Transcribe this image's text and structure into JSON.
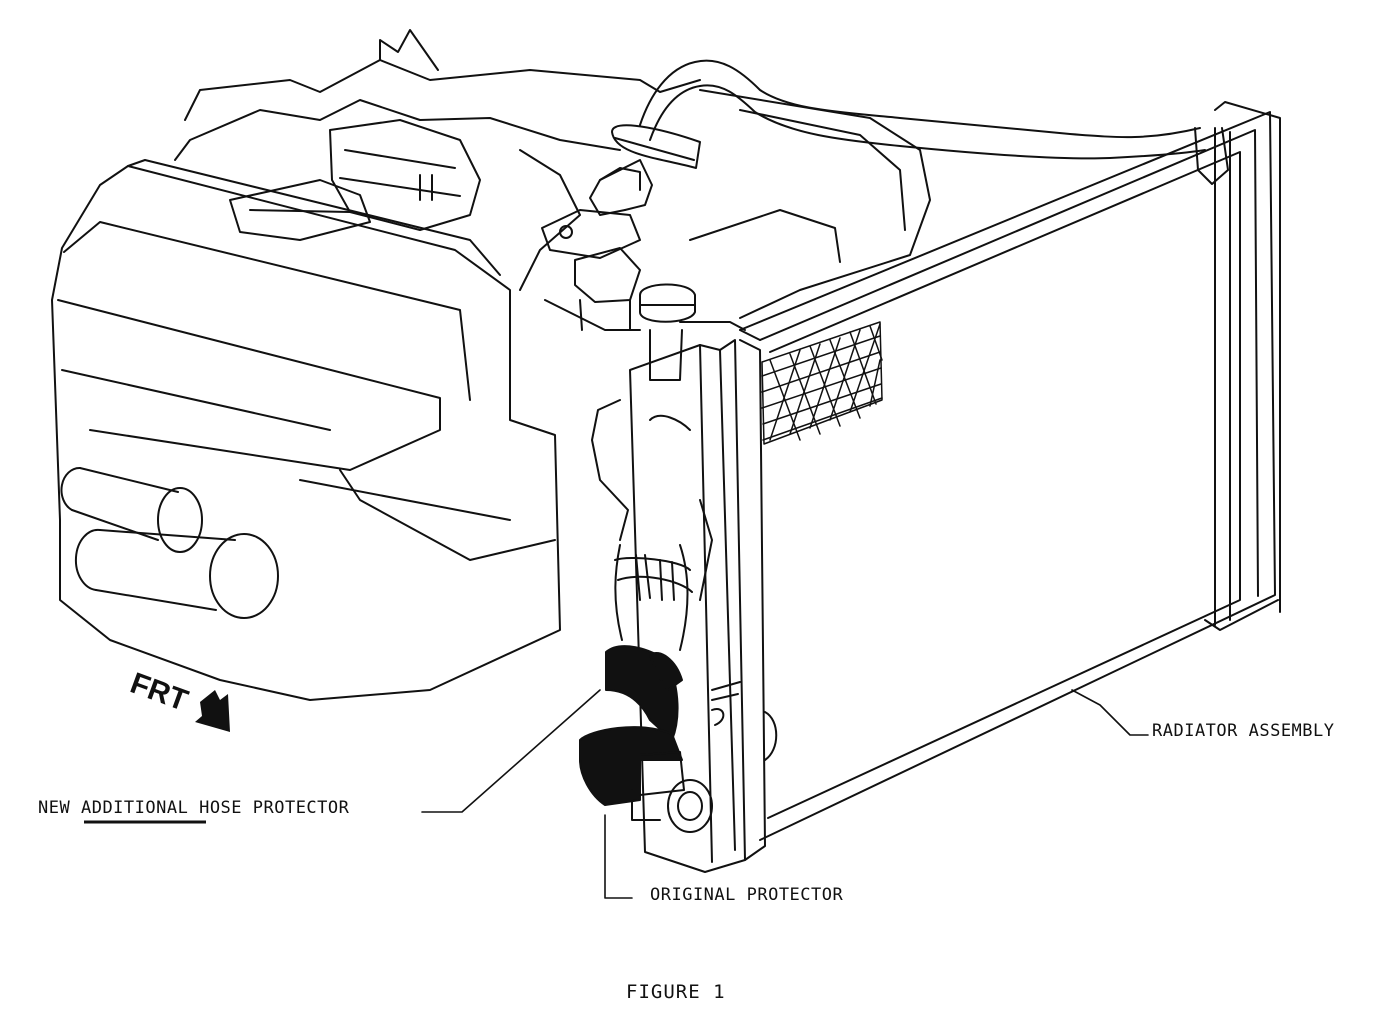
{
  "labels": {
    "front": "FRT",
    "radiator": "RADIATOR ASSEMBLY",
    "new_prefix": "NEW",
    "new_emphasis": "ADDITIONAL",
    "new_suffix": "HOSE PROTECTOR",
    "original": "ORIGINAL PROTECTOR",
    "caption": "FIGURE 1"
  },
  "colors": {
    "ink": "#111111",
    "paper": "#ffffff"
  }
}
